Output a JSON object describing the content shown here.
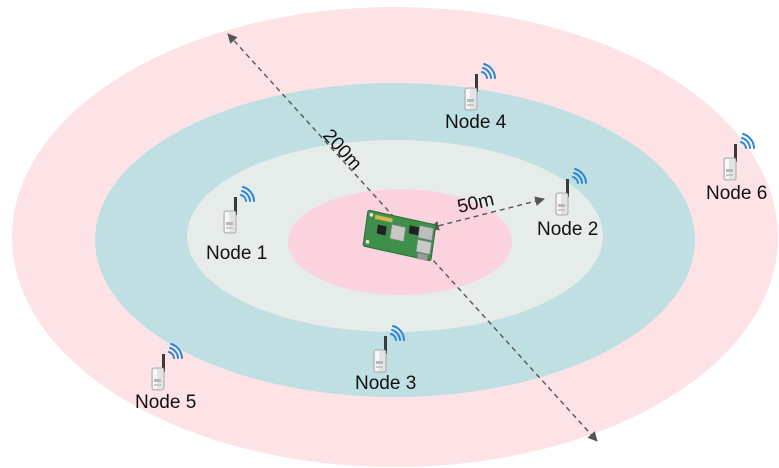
{
  "diagram": {
    "zones": [
      {
        "name": "outer-zone",
        "color": "#fde3e6"
      },
      {
        "name": "third-zone",
        "color": "#bfdfe3"
      },
      {
        "name": "second-zone",
        "color": "#e6ecea"
      },
      {
        "name": "inner-zone",
        "color": "#fad3de"
      }
    ],
    "gateway": {
      "name": "raspberry-pi-gateway",
      "icon": "raspberry-pi-board"
    },
    "nodes": [
      {
        "id": "node-1",
        "label": "Node 1",
        "icon": "wireless-sensor-icon"
      },
      {
        "id": "node-2",
        "label": "Node 2",
        "icon": "wireless-sensor-icon"
      },
      {
        "id": "node-3",
        "label": "Node 3",
        "icon": "wireless-sensor-icon"
      },
      {
        "id": "node-4",
        "label": "Node 4",
        "icon": "wireless-sensor-icon"
      },
      {
        "id": "node-5",
        "label": "Node 5",
        "icon": "wireless-sensor-icon"
      },
      {
        "id": "node-6",
        "label": "Node 6",
        "icon": "wireless-sensor-icon"
      }
    ],
    "distances": {
      "outer": "200m",
      "inner": "50m"
    }
  }
}
